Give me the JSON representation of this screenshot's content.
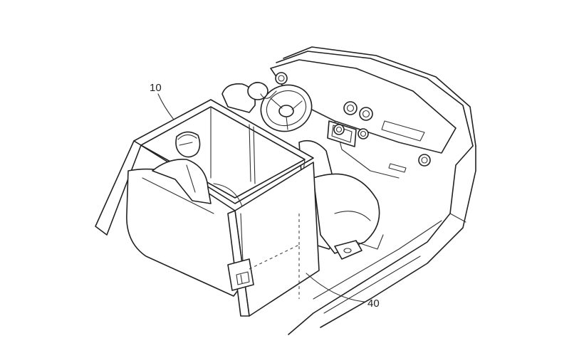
{
  "figure": {
    "labels": [
      {
        "id": "ref-10",
        "text": "10"
      },
      {
        "id": "ref-40",
        "text": "40"
      }
    ],
    "colors": {
      "ink": "#222222",
      "paper": "#ffffff"
    }
  }
}
